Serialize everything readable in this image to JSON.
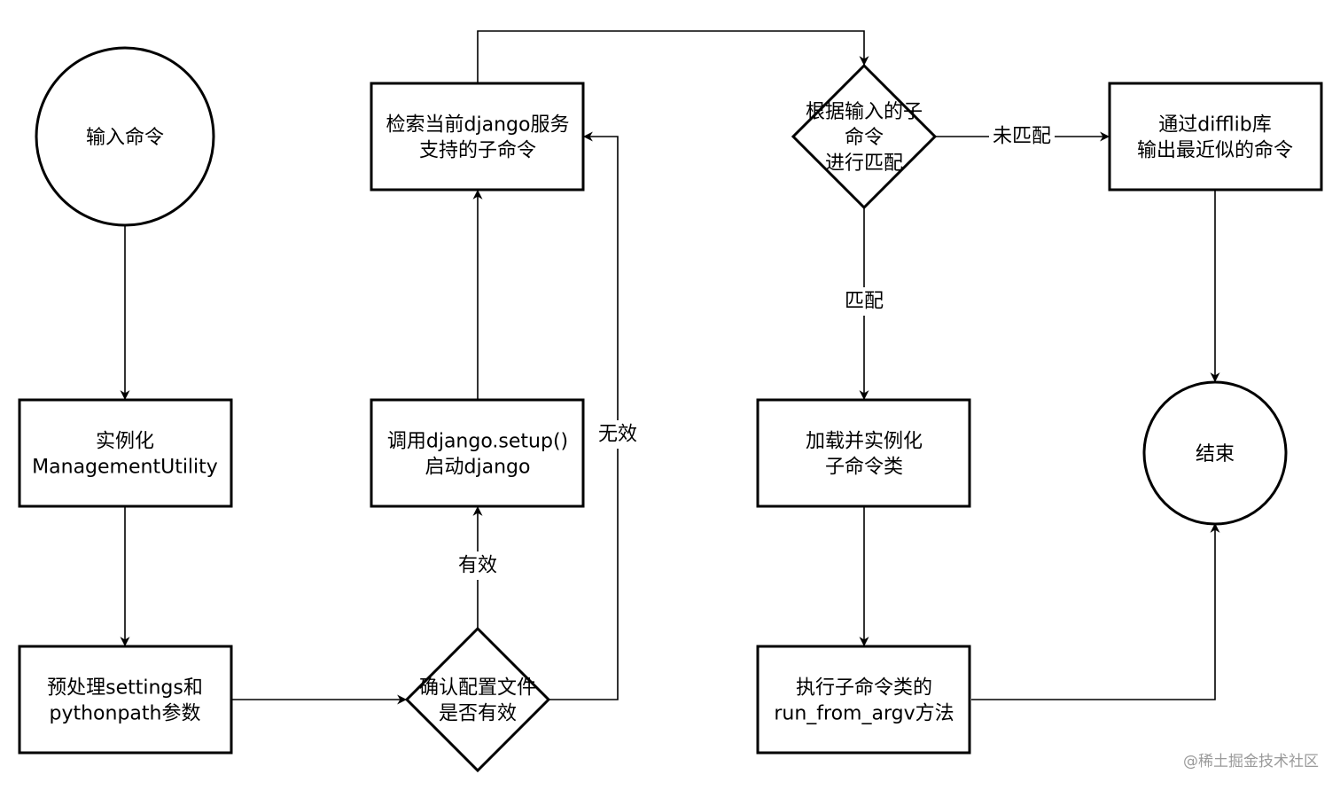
{
  "nodes": {
    "input_command": {
      "lines": [
        "输入命令"
      ]
    },
    "instantiate_mu": {
      "lines": [
        "实例化",
        "ManagementUtility"
      ]
    },
    "preprocess": {
      "lines": [
        "预处理settings和",
        "pythonpath参数"
      ]
    },
    "confirm_config": {
      "lines": [
        "确认配置文件",
        "是否有效"
      ]
    },
    "django_setup": {
      "lines": [
        "调用django.setup()",
        "启动django"
      ]
    },
    "retrieve_subcommands": {
      "lines": [
        "检索当前django服务",
        "支持的子命令"
      ]
    },
    "match_decision": {
      "lines": [
        "根据输入的子",
        "命令",
        "进行匹配"
      ]
    },
    "difflib_output": {
      "lines": [
        "通过difflib库",
        "输出最近似的命令"
      ]
    },
    "load_subcommand": {
      "lines": [
        "加载并实例化",
        "子命令类"
      ]
    },
    "run_from_argv": {
      "lines": [
        "执行子命令类的",
        "run_from_argv方法"
      ]
    },
    "end": {
      "lines": [
        "结束"
      ]
    }
  },
  "edge_labels": {
    "valid": "有效",
    "invalid": "无效",
    "no_match": "未匹配",
    "match": "匹配"
  },
  "watermark": "@稀土掘金技术社区"
}
